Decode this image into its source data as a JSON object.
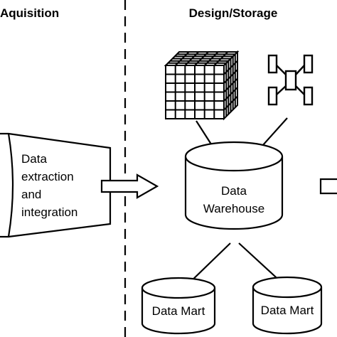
{
  "headers": {
    "acquisition": "Aquisition",
    "design_storage": "Design/Storage"
  },
  "acquisition_box": {
    "lines": [
      "Data",
      "extraction",
      "and",
      "integration"
    ]
  },
  "warehouse": {
    "lines": [
      "Data",
      "Warehouse"
    ]
  },
  "data_marts": [
    {
      "label": "Data Mart"
    },
    {
      "label": "Data Mart"
    }
  ],
  "icons": {
    "cube": "olap-cube-icon",
    "schema": "star-schema-icon"
  },
  "colors": {
    "stroke": "#000000",
    "background": "#ffffff"
  }
}
